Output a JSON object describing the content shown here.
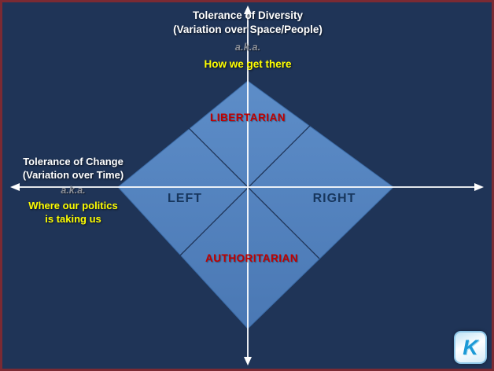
{
  "slide": {
    "background_color": "#1f3457",
    "border_color": "#7b2a33"
  },
  "axes": {
    "vertical_title_line1": "Tolerance of Diversity",
    "vertical_title_line2": "(Variation over Space/People)",
    "vertical_aka": "a.k.a.",
    "vertical_subtitle": "How we get there",
    "horizontal_title_line1": "Tolerance of Change",
    "horizontal_title_line2": "(Variation over Time)",
    "horizontal_aka": "a.k.a.",
    "horizontal_subtitle_line1": "Where our politics",
    "horizontal_subtitle_line2": "is taking us"
  },
  "quadrants": {
    "top_label": "LIBERTARIAN",
    "left_label": "LEFT",
    "right_label": "RIGHT",
    "bottom_label": "AUTHORITARIAN"
  },
  "colors": {
    "diamond_fill": "#4f81bd",
    "axis_color": "#ffffff",
    "diagonal_line_color": "#1f3457",
    "quadrant_red": "#c00000",
    "quadrant_navy": "#17365d",
    "subtitle_yellow": "#ffff00",
    "aka_gray": "#8c9099",
    "title_white": "#ffffff"
  },
  "logo": {
    "letter": "K"
  }
}
